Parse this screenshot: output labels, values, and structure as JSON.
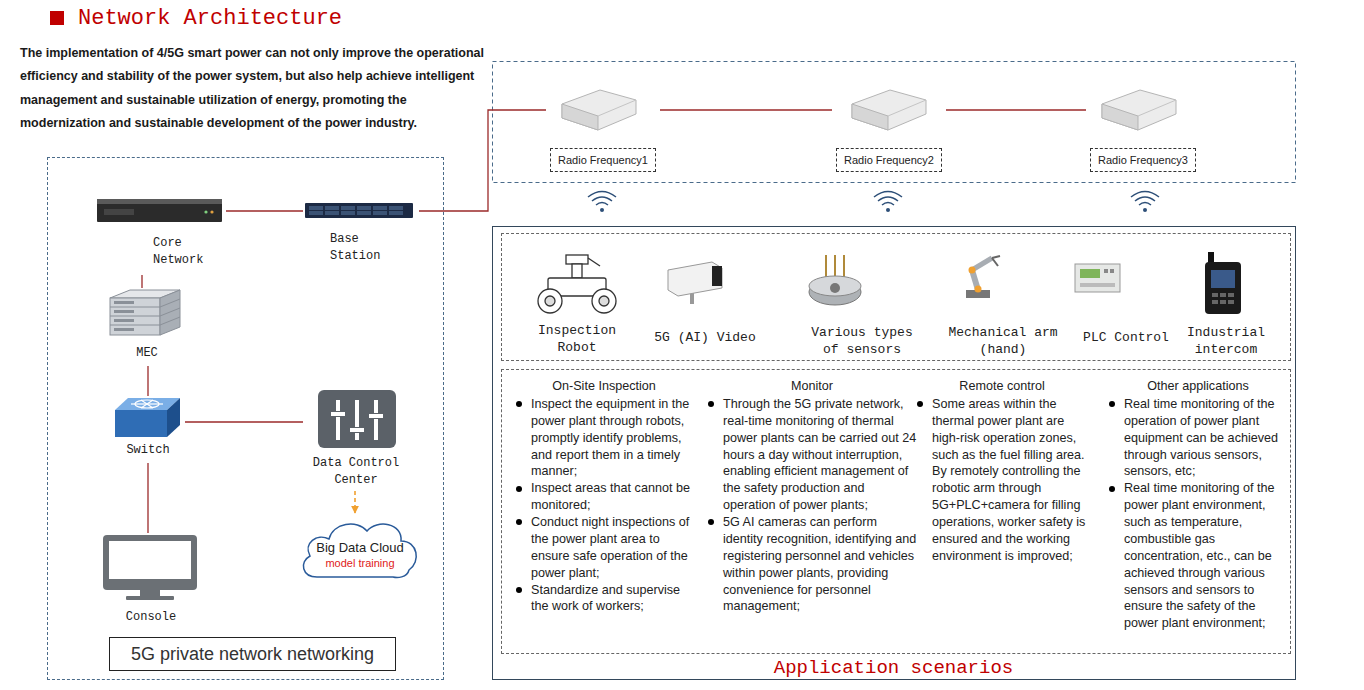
{
  "diagram": {
    "title": "Network Architecture",
    "nodes": [
      {
        "text": [
          "5G private network networking"
        ]
      },
      {
        "text": [
          "Core Network"
        ],
        "in": 0
      },
      {
        "text": [
          "Base Station"
        ],
        "in": 0
      },
      {
        "text": [
          "MEC"
        ],
        "in": 0
      },
      {
        "text": [
          "Switch"
        ],
        "in": 0
      },
      {
        "text": [
          "Data Control Center"
        ],
        "in": 0
      },
      {
        "text": [
          "Big Data Cloud",
          "model training"
        ],
        "in": 0
      },
      {
        "text": [
          "Console"
        ],
        "in": 0
      },
      {
        "text": [
          "Radio Frequency1"
        ]
      },
      {
        "text": [
          "Radio Frequency2"
        ]
      },
      {
        "text": [
          "Radio Frequency3"
        ]
      },
      {
        "text": [
          "Application scenarios"
        ]
      },
      {
        "text": [
          "Inspection Robot",
          "5G (AI) Video",
          "Various types of sensors",
          "Mechanical arm (hand)",
          "PLC Control",
          "Industrial intercom"
        ],
        "in": 11
      },
      {
        "text": [
          "On-Site Inspection",
          "Inspect the equipment in the power plant through robots, promptly identify problems, and report them in a timely manner;",
          "Inspect areas that cannot be monitored;",
          "Conduct night inspections of the power plant area to ensure safe operation of the power plant;",
          "Standardize and supervise the work of workers;",
          "Monitor",
          "Through the 5G private network, real-time monitoring of thermal power plants can be carried out 24 hours a day without interruption, enabling efficient management of the safety production and operation of power plants;",
          "5G AI cameras can perform identity recognition, identifying and registering personnel and vehicles within power plants, providing convenience for personnel management;",
          "Remote control",
          "Some areas within the thermal power plant are high-risk operation zones, such as the fuel filling area. By remotely controlling the robotic arm through 5G+PLC+camera for filling operations, worker safety is ensured and the working environment is improved;",
          "Other applications",
          "Real time monitoring of the operation of power plant equipment can be achieved through various sensors, sensors, etc;",
          "Real time monitoring of the power plant environment, such as temperature, combustible gas concentration, etc., can be achieved through various sensors and sensors to ensure the safety of the power plant environment;"
        ],
        "in": 11
      }
    ],
    "edges": [
      {
        "from": 1,
        "to": 2,
        "arrow": "none"
      },
      {
        "from": 1,
        "to": 3,
        "arrow": "none"
      },
      {
        "from": 3,
        "to": 4,
        "arrow": "none"
      },
      {
        "from": 4,
        "to": 5,
        "arrow": "none"
      },
      {
        "from": 4,
        "to": 7,
        "arrow": "none"
      },
      {
        "from": 5,
        "to": 6,
        "arrow": "to"
      },
      {
        "from": 2,
        "to": 8,
        "arrow": "none"
      },
      {
        "from": 8,
        "to": 9,
        "arrow": "none"
      },
      {
        "from": 9,
        "to": 10,
        "arrow": "none"
      }
    ],
    "labels": [
      "The implementation of 4/5G smart power can not only improve the operational efficiency and stability of the power system, but also help achieve intelligent management and sustainable utilization of energy, promoting the modernization and sustainable development of the power industry."
    ]
  }
}
